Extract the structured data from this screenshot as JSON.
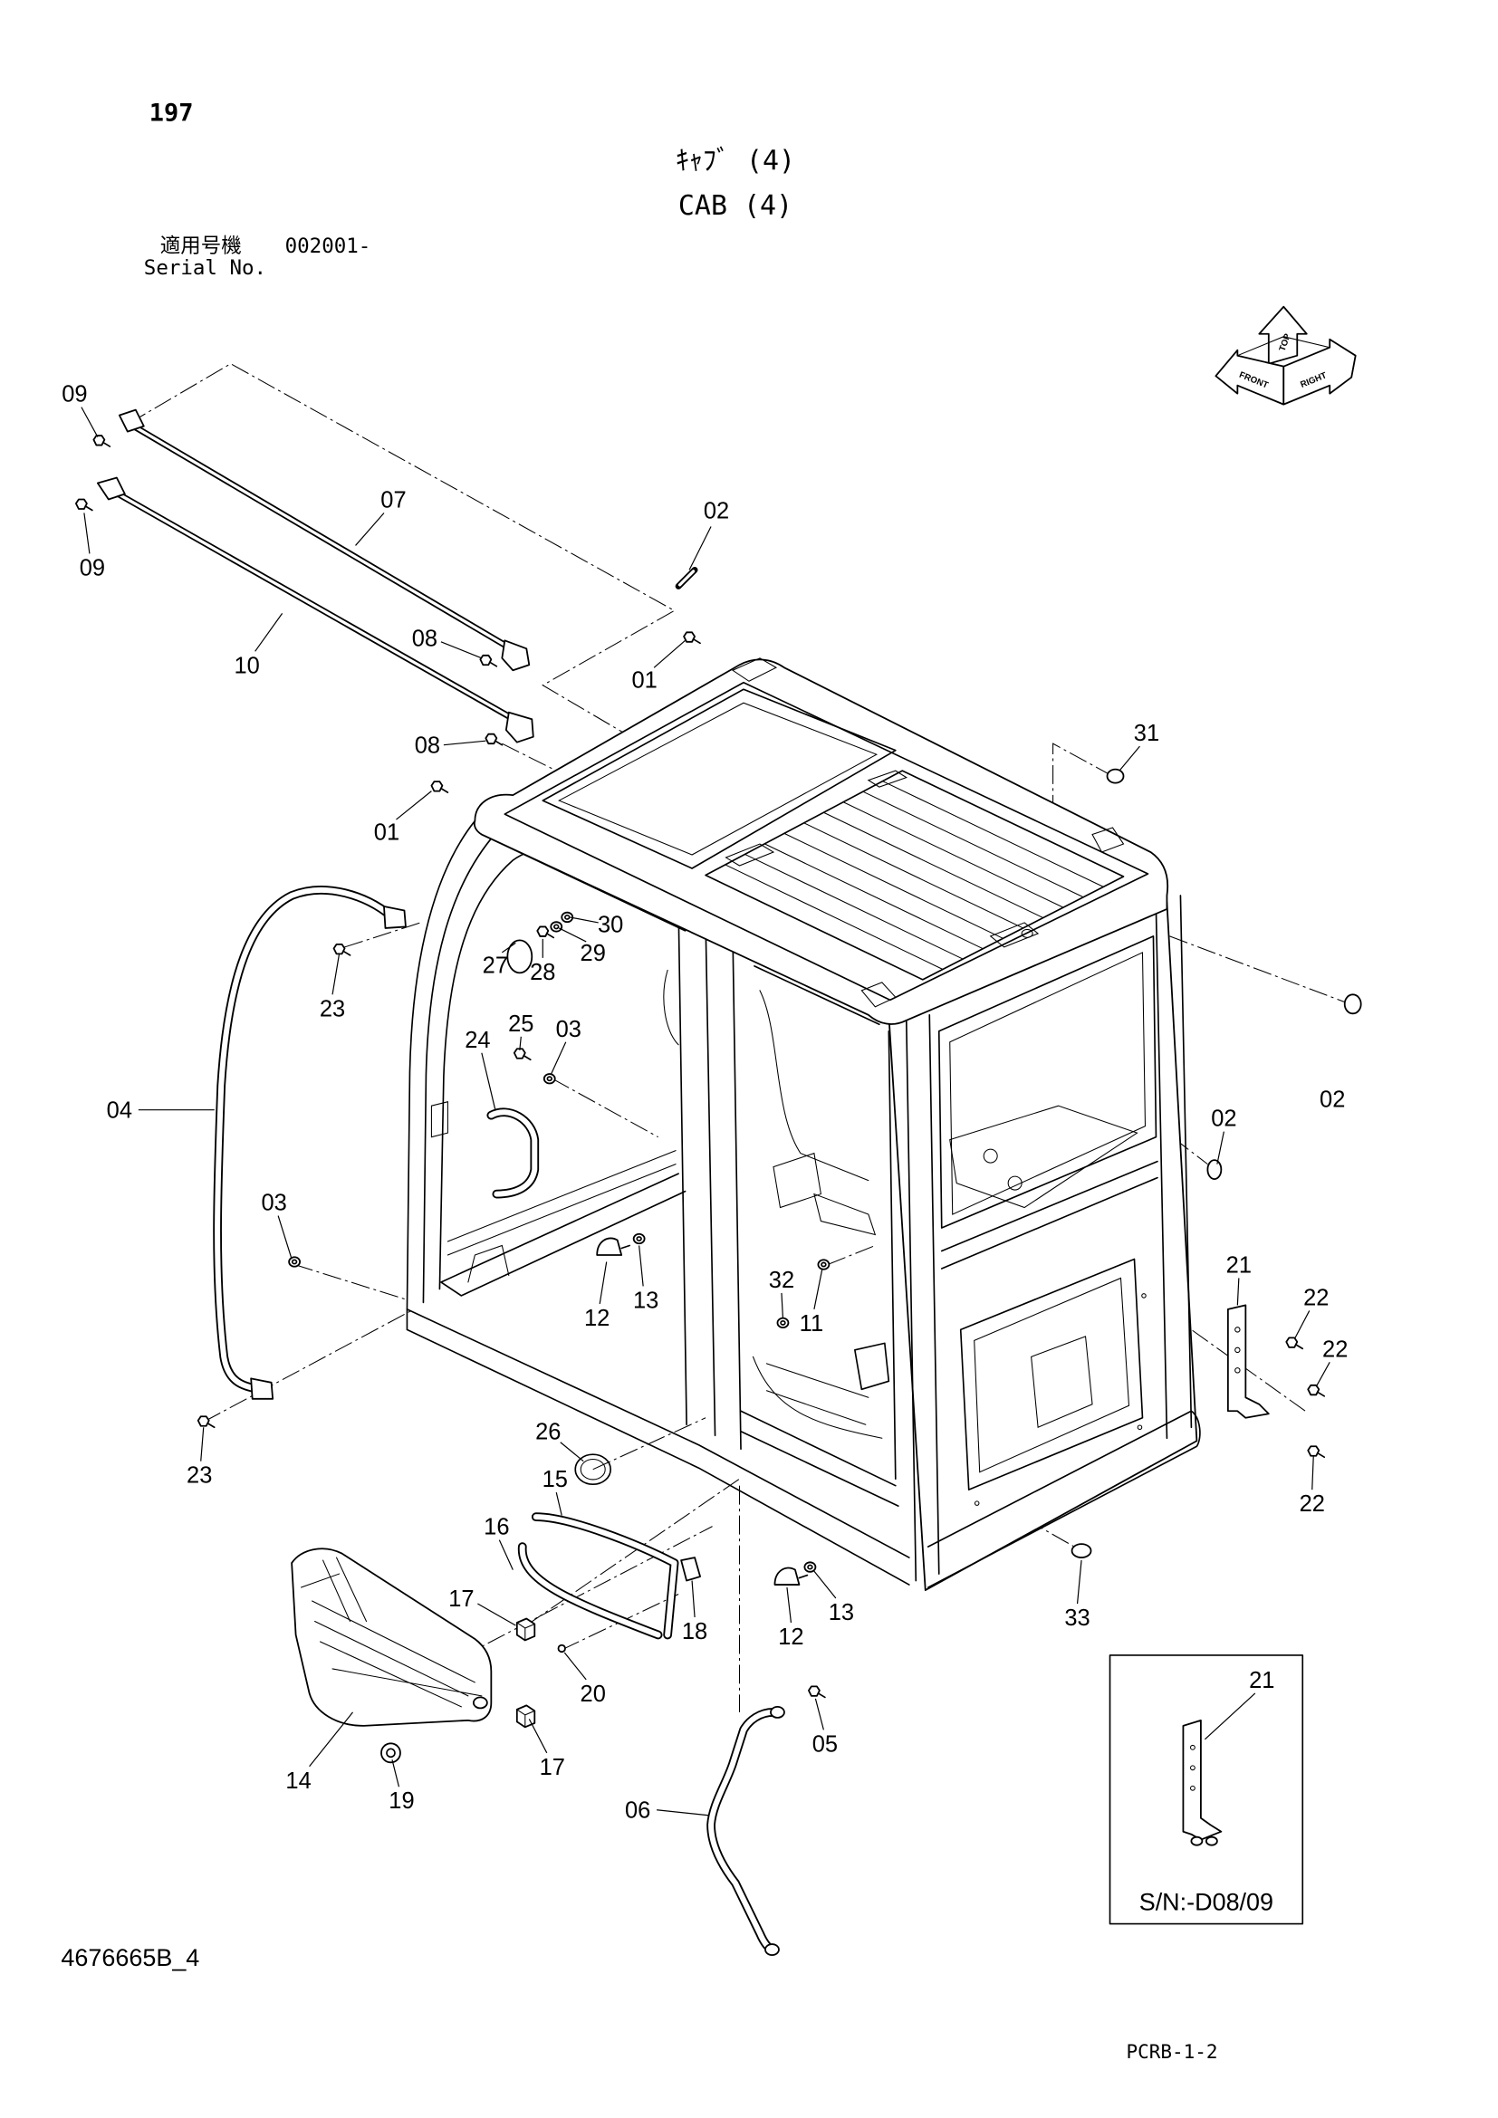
{
  "page_number": "197",
  "title": {
    "jp": "ｷｬﾌﾞ (4)",
    "en": "CAB (4)"
  },
  "serial": {
    "label_jp": "適用号機",
    "value": "002001-",
    "label_en": "Serial No."
  },
  "orientation_icon": {
    "top": "TOP",
    "front": "FRONT",
    "right": "RIGHT"
  },
  "callouts": [
    "09",
    "09",
    "07",
    "10",
    "08",
    "08",
    "02",
    "01",
    "01",
    "31",
    "30",
    "29",
    "27",
    "28",
    "23",
    "25",
    "03",
    "24",
    "04",
    "02",
    "02",
    "03",
    "21",
    "22",
    "32",
    "13",
    "12",
    "11",
    "22",
    "26",
    "23",
    "15",
    "22",
    "16",
    "17",
    "13",
    "33",
    "18",
    "12",
    "20",
    "05",
    "17",
    "14",
    "19",
    "06"
  ],
  "inset": {
    "callout": "21",
    "note": "S/N:-D08/09"
  },
  "drawing_number": "4676665B_4",
  "page_code": "PCRB-1-2"
}
